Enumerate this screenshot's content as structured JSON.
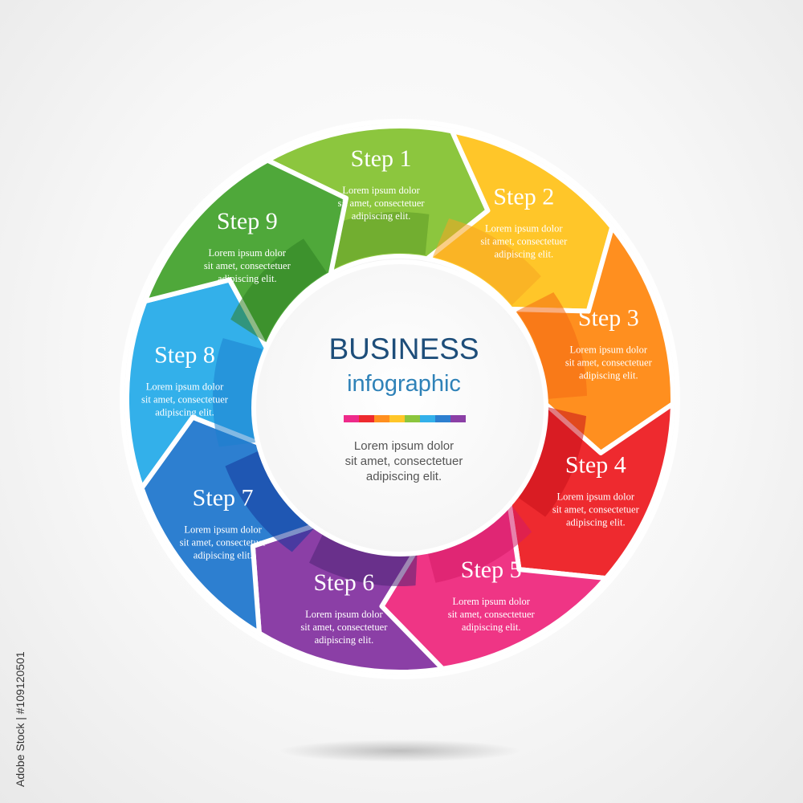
{
  "center": {
    "title": "BUSINESS",
    "subtitle": "infographic",
    "description": [
      "Lorem ipsum dolor",
      "sit amet, consectetuer",
      "adipiscing elit."
    ]
  },
  "steps": [
    {
      "title": "Step 1",
      "color": "#8cc63e",
      "dark": "#5c9b24",
      "text": [
        "Lorem ipsum dolor",
        "sit amet, consectetuer",
        "adipiscing elit."
      ]
    },
    {
      "title": "Step 2",
      "color": "#ffc629",
      "dark": "#f5a623",
      "text": [
        "Lorem ipsum dolor",
        "sit amet, consectetuer",
        "adipiscing elit."
      ]
    },
    {
      "title": "Step 3",
      "color": "#ff8f1f",
      "dark": "#f46a12",
      "text": [
        "Lorem ipsum dolor",
        "sit amet, consectetuer",
        "adipiscing elit."
      ]
    },
    {
      "title": "Step 4",
      "color": "#ee2a2f",
      "dark": "#c8101a",
      "text": [
        "Lorem ipsum dolor",
        "sit amet, consectetuer",
        "adipiscing elit."
      ]
    },
    {
      "title": "Step 5",
      "color": "#ef3585",
      "dark": "#d31966",
      "text": [
        "Lorem ipsum dolor",
        "sit amet, consectetuer",
        "adipiscing elit."
      ]
    },
    {
      "title": "Step 6",
      "color": "#8b3fa6",
      "dark": "#4e2474",
      "text": [
        "Lorem ipsum dolor",
        "sit amet, consectetuer",
        "adipiscing elit."
      ]
    },
    {
      "title": "Step 7",
      "color": "#2d7fd0",
      "dark": "#14379a",
      "text": [
        "Lorem ipsum dolor",
        "sit amet, consectetuer",
        "adipiscing elit."
      ]
    },
    {
      "title": "Step 8",
      "color": "#33b0ea",
      "dark": "#1c7fce",
      "text": [
        "Lorem ipsum dolor",
        "sit amet, consectetuer",
        "adipiscing elit."
      ]
    },
    {
      "title": "Step 9",
      "color": "#4fa83a",
      "dark": "#2f7f23",
      "text": [
        "Lorem ipsum dolor",
        "sit amet, consectetuer",
        "adipiscing elit."
      ]
    }
  ],
  "palette_bar": [
    "#ee2a8a",
    "#ee2a2f",
    "#ff8f1f",
    "#ffc629",
    "#8cc63e",
    "#33b0ea",
    "#2d7fd0",
    "#8b3fa6"
  ],
  "watermark": "Adobe Stock",
  "stock_id": "Adobe Stock | #109120501"
}
